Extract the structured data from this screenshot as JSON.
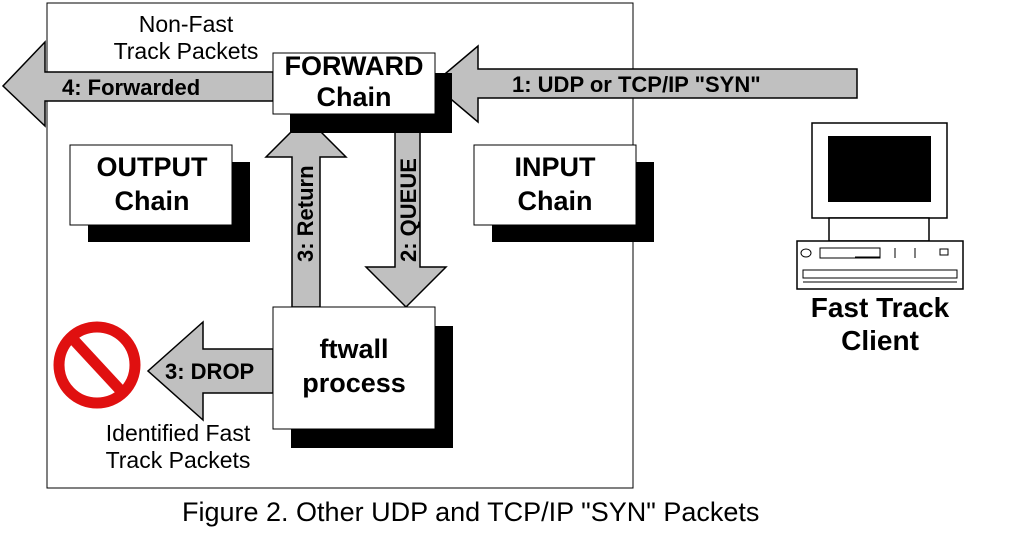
{
  "boxes": {
    "forward": [
      "FORWARD",
      "Chain"
    ],
    "output": [
      "OUTPUT",
      "Chain"
    ],
    "input": [
      "INPUT",
      "Chain"
    ],
    "ftwall": [
      "ftwall",
      "process"
    ]
  },
  "arrows": {
    "forwarded": "4: Forwarded",
    "udp_syn": "1: UDP or TCP/IP \"SYN\"",
    "return": "3: Return",
    "queue": "2: QUEUE",
    "drop": "3: DROP"
  },
  "notes": {
    "non_fast": [
      "Non-Fast",
      "Track Packets"
    ],
    "identified": [
      "Identified Fast",
      "Track Packets"
    ]
  },
  "client": [
    "Fast Track",
    "Client"
  ],
  "caption": "Figure 2. Other UDP and TCP/IP \"SYN\" Packets",
  "colors": {
    "arrow_fill": "#c0c0c0",
    "drop_sign": "#e01010"
  },
  "icons": [
    "no-entry-icon",
    "computer-icon"
  ]
}
